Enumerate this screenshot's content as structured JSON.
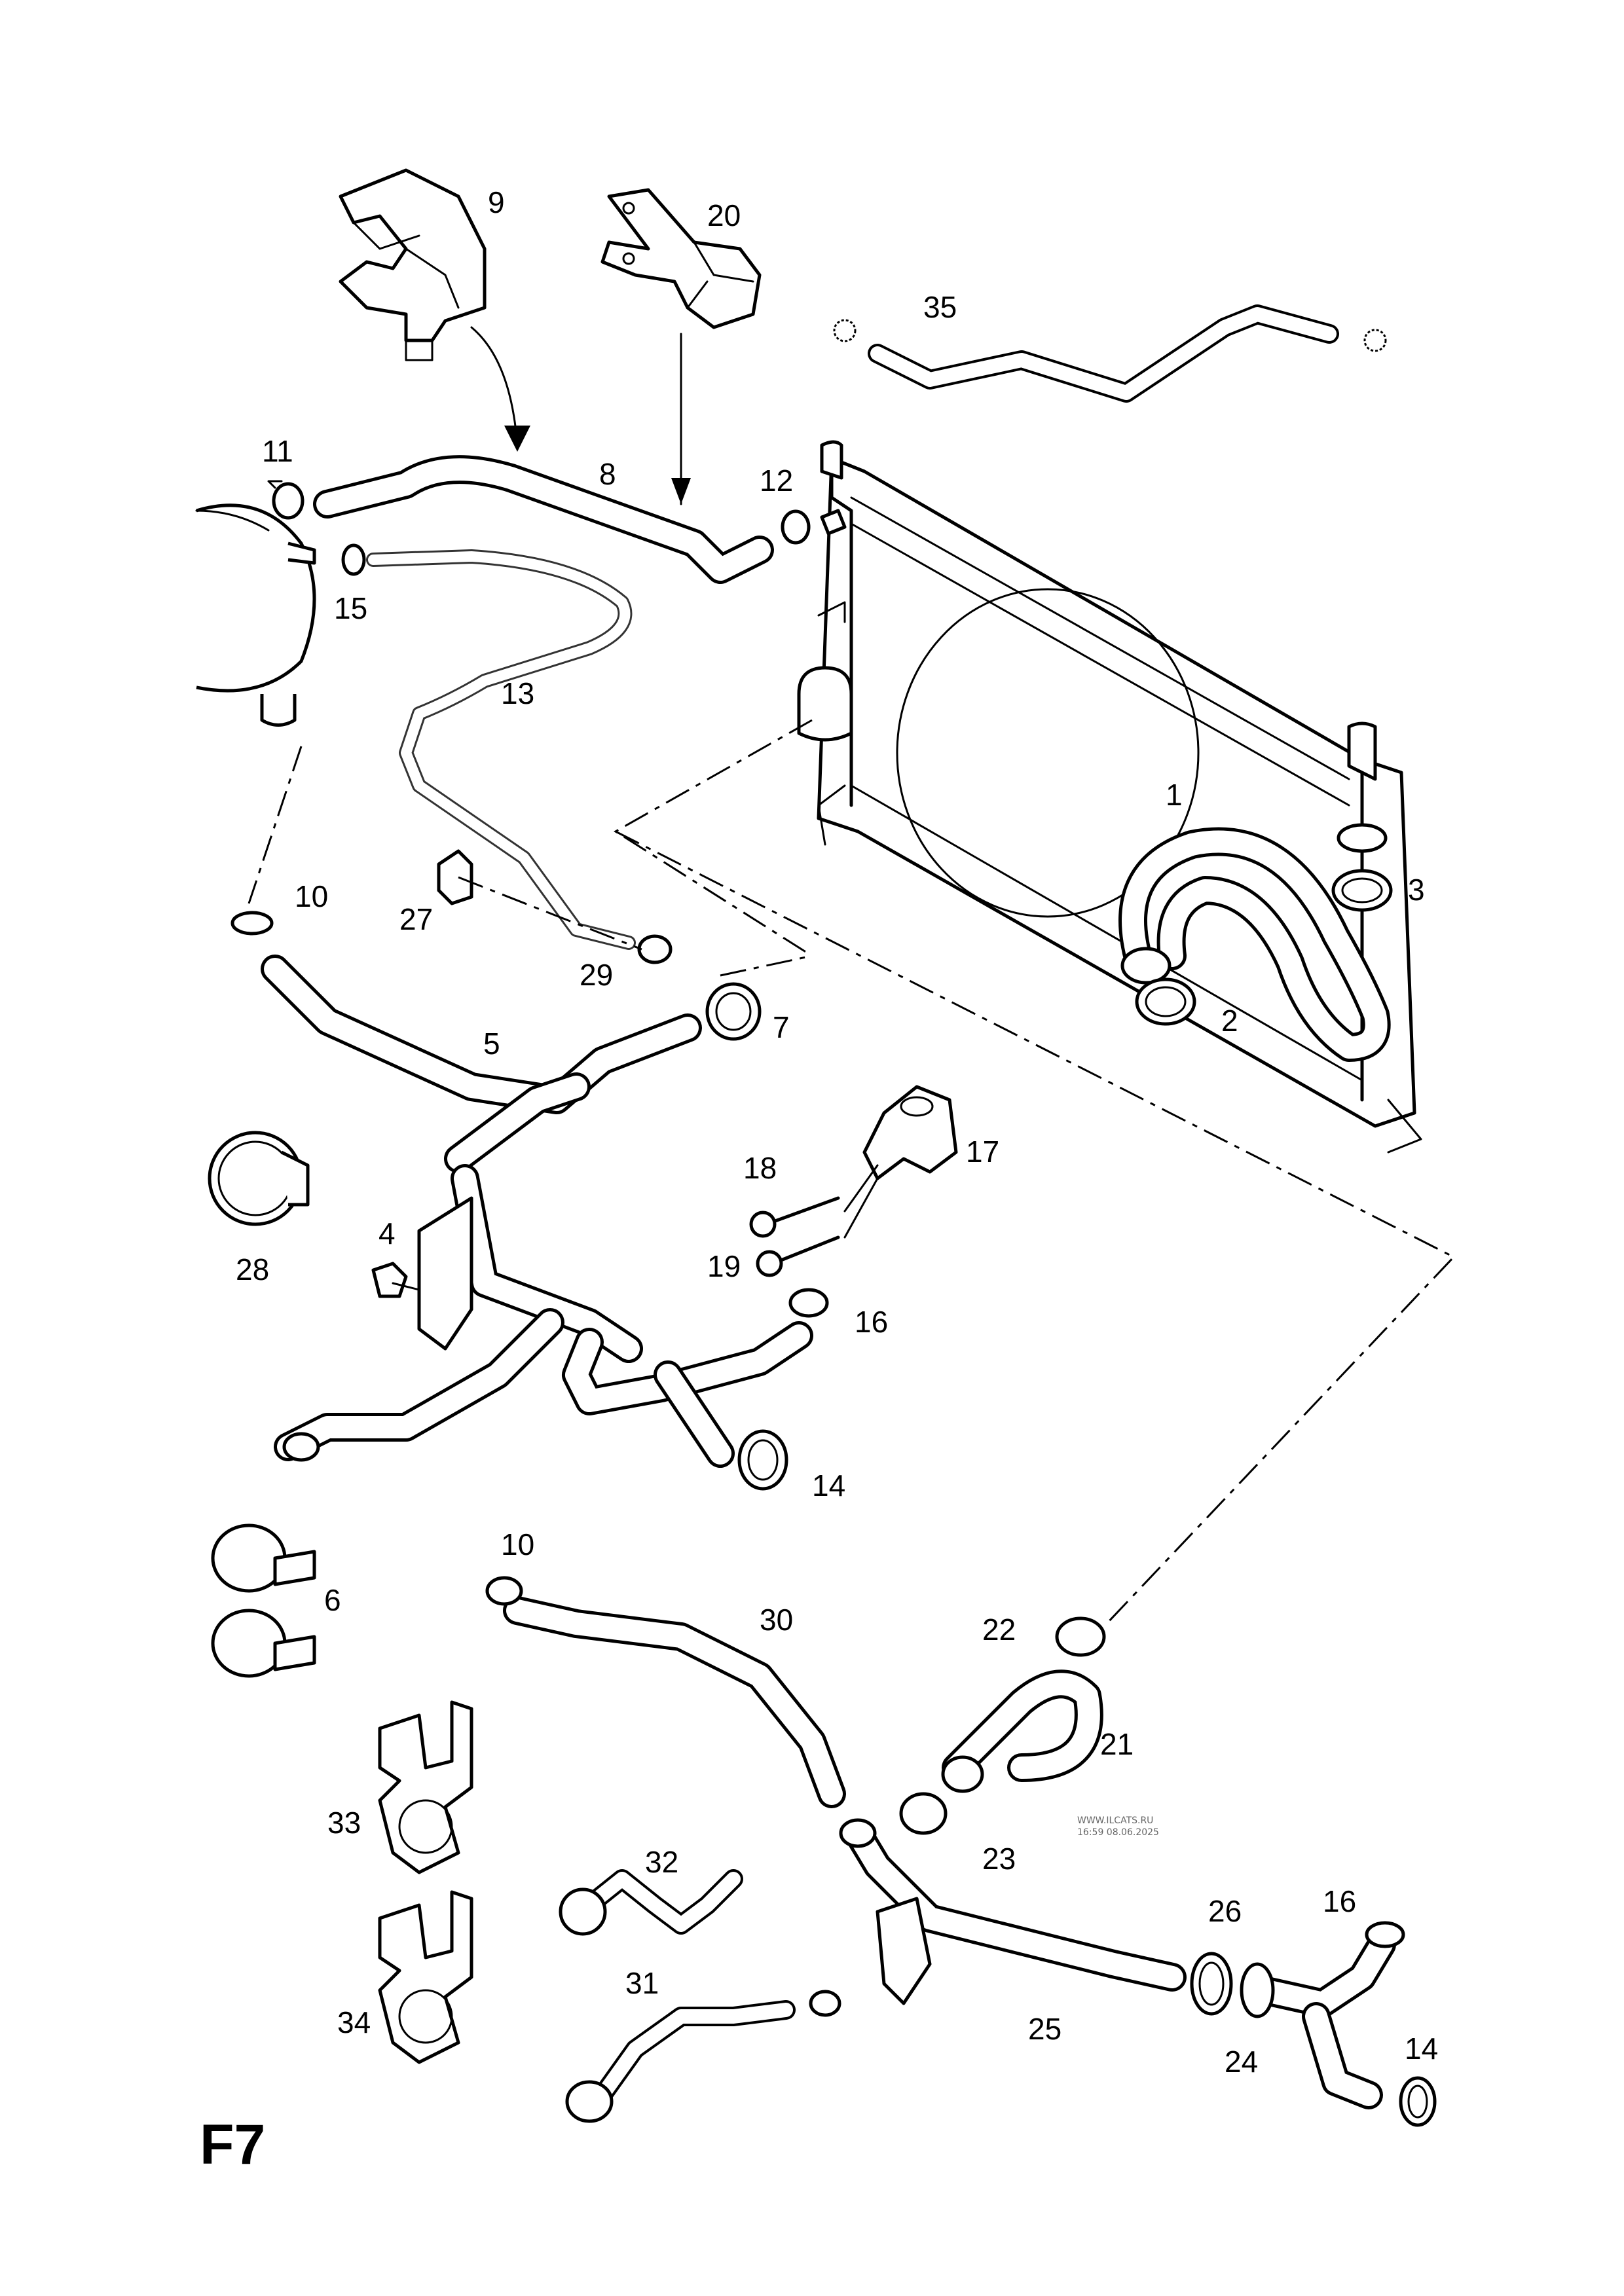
{
  "diagram_code": "F7",
  "watermark": {
    "site": "WWW.ILCATS.RU",
    "timestamp": "16:59 08.06.2025"
  },
  "callouts": {
    "c1": "1",
    "c2": "2",
    "c3": "3",
    "c4": "4",
    "c5": "5",
    "c6": "6",
    "c7": "7",
    "c8": "8",
    "c9": "9",
    "c10a": "10",
    "c10b": "10",
    "c11": "11",
    "c12": "12",
    "c13": "13",
    "c14a": "14",
    "c14b": "14",
    "c15": "15",
    "c16a": "16",
    "c16b": "16",
    "c17": "17",
    "c18": "18",
    "c19": "19",
    "c20": "20",
    "c21": "21",
    "c22": "22",
    "c23": "23",
    "c24": "24",
    "c25": "25",
    "c26": "26",
    "c27": "27",
    "c28": "28",
    "c29": "29",
    "c30": "30",
    "c31": "31",
    "c32": "32",
    "c33": "33",
    "c34": "34",
    "c35": "35"
  }
}
